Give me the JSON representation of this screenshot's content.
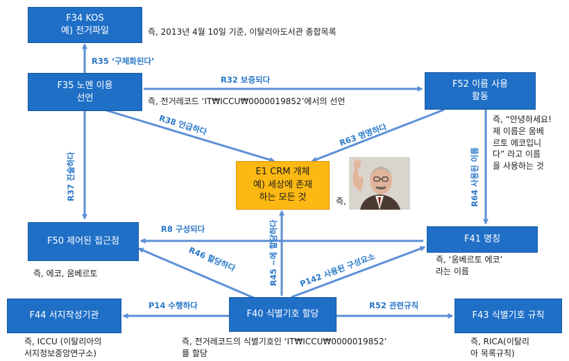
{
  "colors": {
    "node_blue": "#1f6fc7",
    "node_yellow": "#fcb813",
    "edge": "#5b8fd6",
    "edge_label": "#2a78c8"
  },
  "nodes": {
    "f34": {
      "line1": "F34 KOS",
      "line2": "예) 전거파일"
    },
    "f35": {
      "line1": "F35 노멘 이용",
      "line2": "선언"
    },
    "f52": {
      "line1": "F52 이름 사용",
      "line2": "활동"
    },
    "e1": {
      "line1": "E1 CRM 개체",
      "line2": "예) 세상에 존재",
      "line3": "하는 모든 것"
    },
    "f50": {
      "line1": "F50 제어된 접근점"
    },
    "f41": {
      "line1": "F41 명칭"
    },
    "f44": {
      "line1": "F44 서지작성기관"
    },
    "f40": {
      "line1": "F40 식별기호 할당"
    },
    "f43": {
      "line1": "F43 식별기호 규칙"
    }
  },
  "notes": {
    "f34": "즉, 2013년 4월 10일 기준, 이탈리아도서관 종합목록",
    "f35": "즉, 전거레코드 ‘IT₩ICCU₩0000019852’에서의 선언",
    "f52": [
      "즉, “안녕하세요!",
      "제 이름은 움베",
      "르토 에코입니",
      "다” 라고 이름",
      "을 사용하는 것"
    ],
    "photo": "즉,",
    "f50": "즉,  에코, 움베르토",
    "f41": [
      "즉, ‘움베르토 에코’",
      "라는 이름"
    ],
    "f44": [
      "즉,  ICCU (이탈리아의",
      "서지정보중앙연구소)"
    ],
    "f40": [
      "즉, 전거레코드의 식별기호인 ‘IT₩ICCU₩0000019852’",
      "를 할당"
    ],
    "f43": [
      "즉,  RICA(이탈리",
      "아 목록규칙)"
    ]
  },
  "edges": {
    "r35": "R35 ‘구체화된다’",
    "r32": "R32 보증되다",
    "r38": "R38 언급하다",
    "r63": "R63 명명하다",
    "r37": "R37 진술하다",
    "r64": "R64 사용된 이름",
    "r8": "R8 구성되다",
    "r46": "R46 할당하다",
    "r45": "R45 ~에 할당하다",
    "r142": "P142 사용된 구성요소",
    "r14": "P14 수행하다",
    "r52": "R52 관련규칙"
  }
}
